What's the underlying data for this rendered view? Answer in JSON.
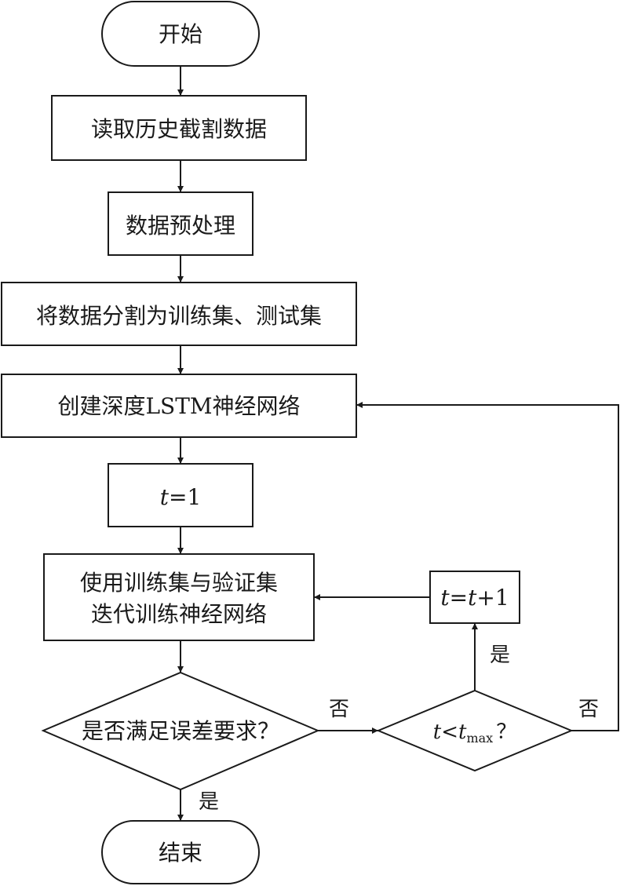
{
  "nodes": {
    "start": "开始",
    "read_data": "读取历史截割数据",
    "preprocess": "数据预处理",
    "split": "将数据分割为训练集、测试集",
    "build": "创建深度LSTM神经网络",
    "init_t": {
      "var": "t",
      "rest": "=1"
    },
    "train_line1": "使用训练集与验证集",
    "train_line2": "迭代训练神经网络",
    "increment": {
      "var1": "t",
      "eq": "=",
      "var2": "t",
      "rest": "+1"
    },
    "check_error": "是否满足误差要求？",
    "check_t": {
      "var": "t",
      "op": "<",
      "sub_var": "t",
      "sub": "max",
      "q": "？"
    },
    "end": "结束"
  },
  "edge_labels": {
    "error_no": "否",
    "error_yes": "是",
    "t_yes": "是",
    "t_no": "否"
  }
}
